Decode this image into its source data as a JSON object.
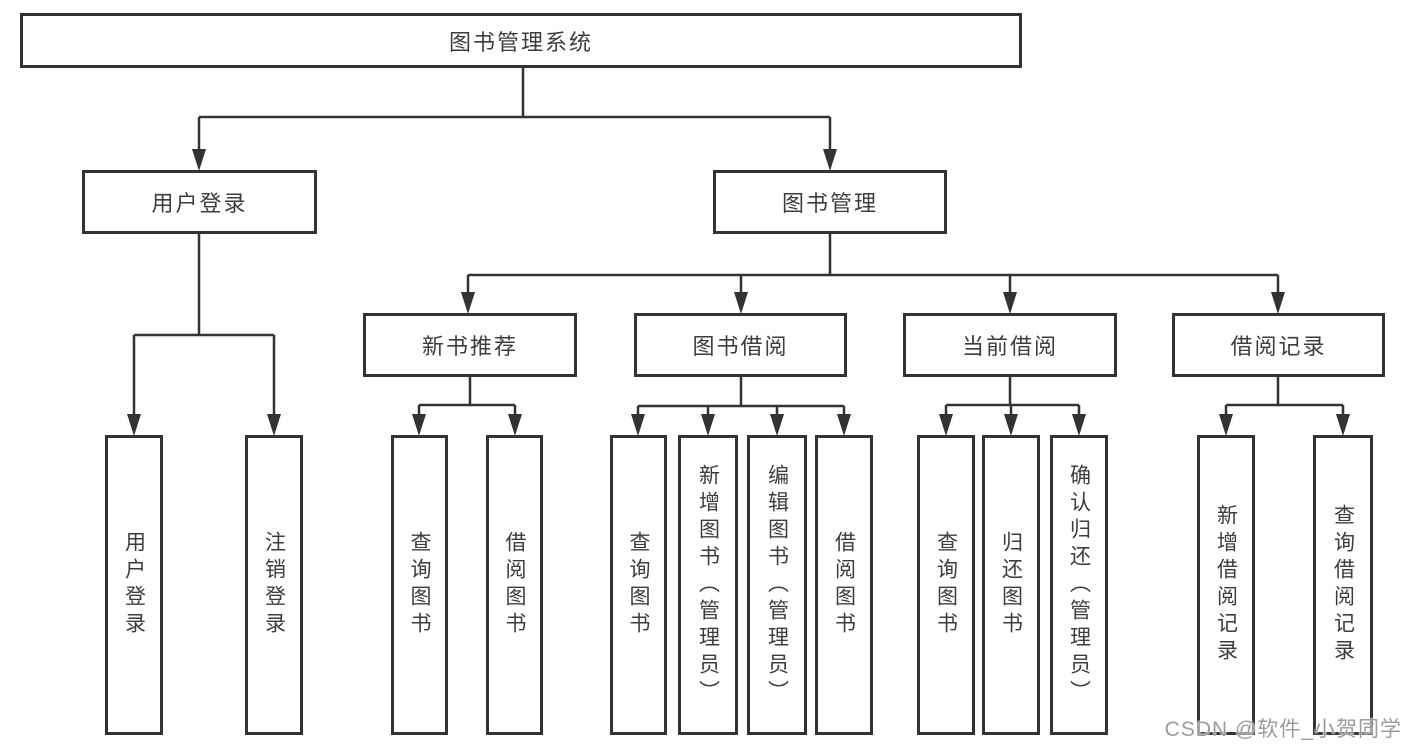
{
  "root": {
    "label": "图书管理系统"
  },
  "level1": {
    "user_login": {
      "label": "用户登录"
    },
    "book_management": {
      "label": "图书管理"
    }
  },
  "level2": {
    "new_book_recommend": {
      "label": "新书推荐"
    },
    "book_borrow": {
      "label": "图书借阅"
    },
    "current_borrow": {
      "label": "当前借阅"
    },
    "borrow_record": {
      "label": "借阅记录"
    }
  },
  "leaves": {
    "user_login": [
      "用户登录",
      "注销登录"
    ],
    "new_book_recommend": [
      "查询图书",
      "借阅图书"
    ],
    "book_borrow": [
      "查询图书",
      "新增图书（管理员）",
      "编辑图书（管理员）",
      "借阅图书"
    ],
    "current_borrow": [
      "查询图书",
      "归还图书",
      "确认归还（管理员）"
    ],
    "borrow_record": [
      "新增借阅记录",
      "查询借阅记录"
    ]
  },
  "watermark": "CSDN @软件_小贺同学",
  "colors": {
    "line": "#333333",
    "box_border": "#333333",
    "text": "#3d3d3d",
    "watermark": "#9c9c9c",
    "background": "#ffffff"
  }
}
